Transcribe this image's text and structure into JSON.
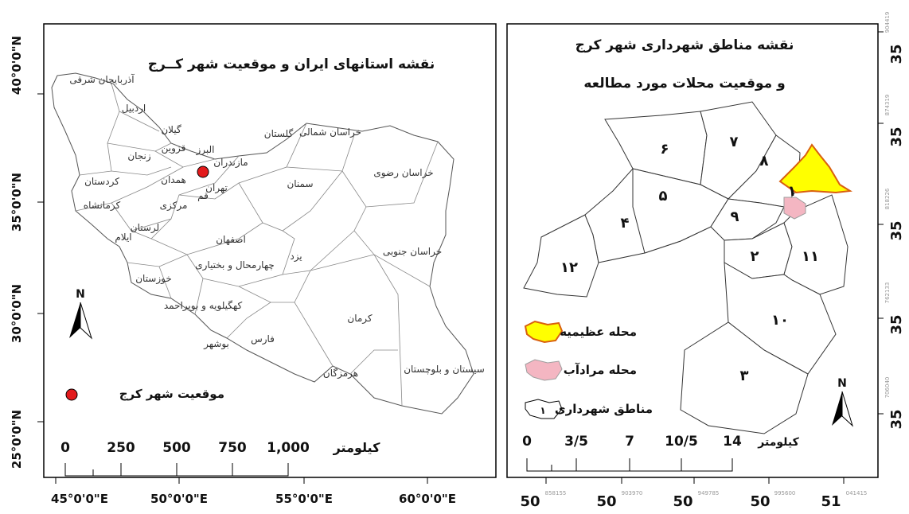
{
  "left_map": {
    "title": "نقشه استانهای ایران و موقعیت شهر کــرج",
    "lat_labels": [
      "40°0'0\"N",
      "35°0'0\"N",
      "30°0'0\"N",
      "25°0'0\"N"
    ],
    "lon_labels": [
      "45°0'0\"E",
      "50°0'0\"E",
      "55°0'0\"E",
      "60°0'0\"E"
    ],
    "provinces": [
      "آذربایجان شرقی",
      "اردبیل",
      "گیلان",
      "قزوین",
      "زنجان",
      "مازندران",
      "البرز",
      "تهران",
      "همدان",
      "کردستان",
      "کرمانشاه",
      "مرکزی",
      "قم",
      "لرستان",
      "ایلام",
      "خراسان شمالی",
      "گلستان",
      "خراسان رضوی",
      "سمنان",
      "اصفهان",
      "یزد",
      "خراسان جنوبی",
      "چهارمحال و بختیاری",
      "خوزستان",
      "کهگیلویه و بویراحمد",
      "کرمان",
      "فارس",
      "بوشهر",
      "هرمزگان",
      "سیستان و بلوچستان"
    ],
    "legend_label": "موقعیت شهر کرج",
    "north": "N",
    "scale_ticks": [
      "0",
      "250",
      "500",
      "750",
      "1,000"
    ],
    "scale_unit": "کیلومتر",
    "karaj_marker_color": "#e31a1c"
  },
  "right_map": {
    "title_line1": "نقشه مناطق شهرداری شهر کرج",
    "title_line2": "و موقعیت محلات مورد مطالعه",
    "district_labels": [
      "۱",
      "۲",
      "۳",
      "۴",
      "۵",
      "۶",
      "۷",
      "۸",
      "۹",
      "۱۰",
      "۱۱",
      "۱۲"
    ],
    "lat_labels": [
      "35",
      "35",
      "35",
      "35",
      "35"
    ],
    "lat_sub": [
      "904419",
      "874319",
      "818226",
      "762133",
      "706040"
    ],
    "lon_labels": [
      "50",
      "50",
      "50",
      "50",
      "51"
    ],
    "lon_sub": [
      "858155",
      "903970",
      "949785",
      "995600",
      "041415"
    ],
    "legend": [
      {
        "label": "محله عظیمیه",
        "color": "#ffff00",
        "stroke": "#d95f0e"
      },
      {
        "label": "محله مرادآب",
        "color": "#f4b6c2",
        "stroke": "#9e9e9e"
      },
      {
        "label": "مناطق شهرداری",
        "color": "#ffffff",
        "stroke": "#000000"
      }
    ],
    "legend_icon_text": "۱",
    "north": "N",
    "scale_ticks": [
      "0",
      "3/5",
      "7",
      "10/5",
      "14"
    ],
    "scale_unit": "کیلومتر"
  }
}
